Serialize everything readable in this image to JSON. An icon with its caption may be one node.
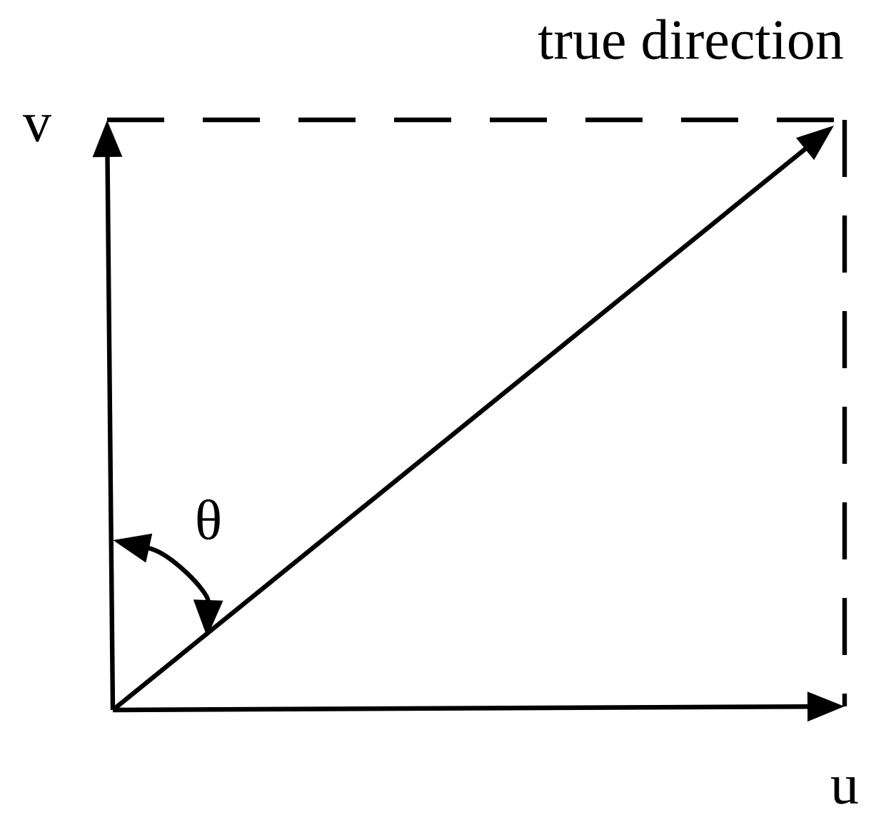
{
  "diagram": {
    "labels": [
      "true direction",
      "v",
      "θ",
      "u"
    ]
  }
}
